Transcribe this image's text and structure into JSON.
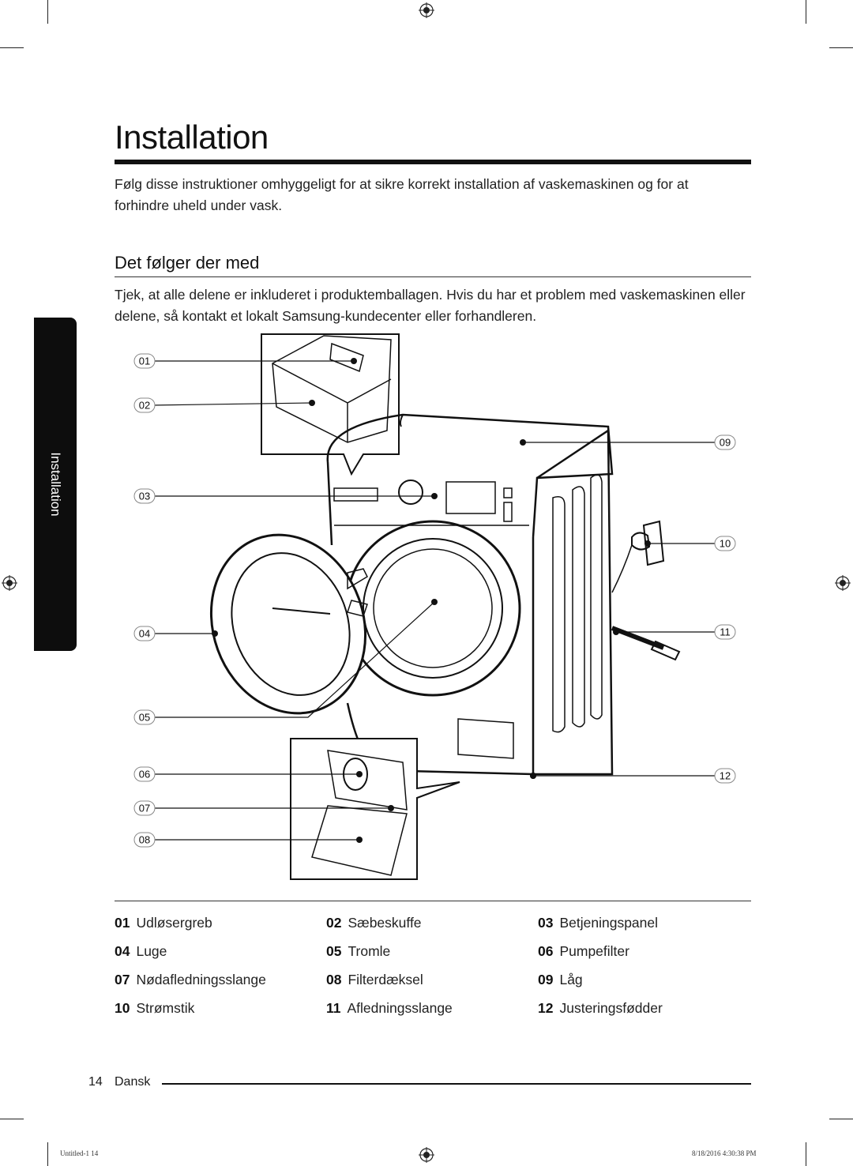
{
  "page": {
    "title": "Installation",
    "intro": "Følg disse instruktioner omhyggeligt for at sikre korrekt installation af vaskemaskinen og for at forhindre uheld under vask.",
    "section_title": "Det følger der med",
    "section_text": "Tjek, at alle delene er inkluderet i produktemballagen. Hvis du har et problem med vaskemaskinen eller delene, så kontakt et lokalt Samsung-kundecenter eller forhandleren.",
    "side_tab": "Installation"
  },
  "diagram": {
    "callouts": [
      "01",
      "02",
      "03",
      "04",
      "05",
      "06",
      "07",
      "08",
      "09",
      "10",
      "11",
      "12"
    ]
  },
  "legend": [
    [
      {
        "num": "01",
        "label": "Udløsergreb"
      },
      {
        "num": "02",
        "label": "Sæbeskuffe"
      },
      {
        "num": "03",
        "label": "Betjeningspanel"
      }
    ],
    [
      {
        "num": "04",
        "label": "Luge"
      },
      {
        "num": "05",
        "label": "Tromle"
      },
      {
        "num": "06",
        "label": "Pumpefilter"
      }
    ],
    [
      {
        "num": "07",
        "label": "Nødafledningsslange"
      },
      {
        "num": "08",
        "label": "Filterdæksel"
      },
      {
        "num": "09",
        "label": "Låg"
      }
    ],
    [
      {
        "num": "10",
        "label": "Strømstik"
      },
      {
        "num": "11",
        "label": "Afledningsslange"
      },
      {
        "num": "12",
        "label": "Justeringsfødder"
      }
    ]
  ],
  "footer": {
    "page_number": "14",
    "language": "Dansk",
    "print_left": "Untitled-1   14",
    "print_right": "8/18/2016   4:30:38 PM"
  }
}
